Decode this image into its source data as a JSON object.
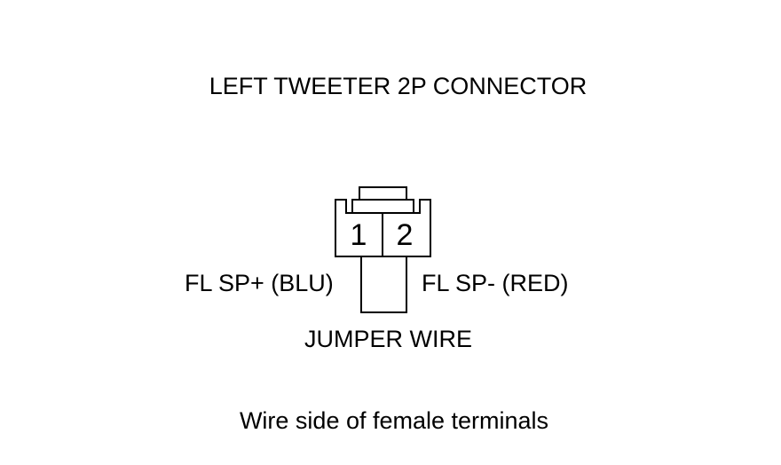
{
  "title": "LEFT TWEETER 2P CONNECTOR",
  "connector": {
    "pins": [
      "1",
      "2"
    ]
  },
  "labels": {
    "pin1_wire": "FL SP+ (BLU)",
    "pin2_wire": "FL SP- (RED)",
    "jumper": "JUMPER WIRE"
  },
  "footer": "Wire side of female terminals",
  "colors": {
    "line": "#000000",
    "background": "#ffffff"
  }
}
